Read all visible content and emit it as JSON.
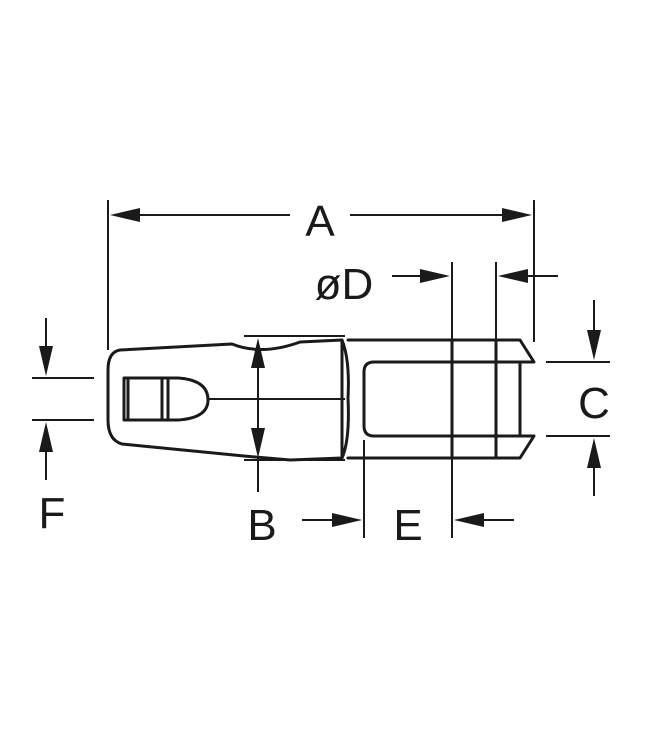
{
  "labels": {
    "a": "A",
    "b": "B",
    "c": "C",
    "d": "øD",
    "e": "E",
    "f": "F"
  },
  "colors": {
    "line": "#1a1a1a",
    "background": "#ffffff"
  }
}
